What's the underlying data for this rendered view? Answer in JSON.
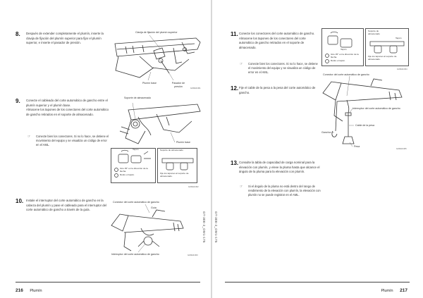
{
  "left_page": {
    "side_tag": "GT-30E-2_OM1-175",
    "footer": {
      "page_number": "216",
      "section": "Plumín"
    },
    "steps": [
      {
        "number": "8.",
        "text": "Después de extender completamente el plumín, inserte la clavija de fijación del plumín superior para fijar el plumín superior, e inserte el pasador de presión.",
        "figure": {
          "labels": [
            "Clavija de fijación del plumín superior",
            "Plumín base",
            "Pasador de presión"
          ],
          "code": "GJ00A0-001"
        }
      },
      {
        "number": "9.",
        "text": "Conecte el cableado del corte automático de gancho entre el plumín superior y el plumín base.\nAlmacene los tapones de los conectores del corte automático de gancho retirados en el soporte de almacenado.",
        "note": "Conecte bien los conectores. Si no lo hace, se detiene el movimiento del equipo y se visualiza un código de error en el AML.",
        "figure": {
          "labels": [
            "Soporte de almacenado",
            "Plumín base",
            "Tapón",
            "Soporte de almacenado"
          ],
          "inset_left": [
            "Gire 45° en la dirección de la flecha.",
            "Retire el tapón."
          ],
          "inset_right": [
            "Fije los tapones al soporte de almacenado."
          ],
          "code": "GJ00A0-002"
        }
      },
      {
        "number": "10.",
        "text": "Instale el interruptor del corte automático de gancho en la cabeza del plumín y pase el cableado para el interruptor del corte automático de gancho a través de la guía.",
        "figure": {
          "labels": [
            "Conector del corte automático de gancho",
            "Guía",
            "Interruptor del corte automático de gancho"
          ],
          "code": "GJ00A0-003"
        }
      }
    ]
  },
  "right_page": {
    "side_tag": "GT-30E-2_OM1-175",
    "footer": {
      "page_number": "217",
      "section": "Plumín"
    },
    "steps": [
      {
        "number": "11.",
        "text": "Conecte los conectores del corte automático de gancho.\nAlmacene los tapones de los conectores del corte automático de gancho retirados en el soporte de almacenado.",
        "note": "Conecte bien los conectores. Si no lo hace, se detiene el movimiento del equipo y se visualiza un código de error en el AML.",
        "figure": {
          "labels": [
            "Soporte de almacenado",
            "Tapón",
            "Tapón"
          ],
          "inset_left": [
            "Gire 45° en la dirección de la flecha.",
            "Retire el tapón."
          ],
          "inset_right": [
            "Fije los tapones al soporte de almacenado."
          ],
          "code": "GJ00A0-004"
        }
      },
      {
        "number": "12.",
        "text": "Fije el cable de la pesa a la pesa del corte automático de gancho.",
        "figure": {
          "labels": [
            "Conector del corte automático de gancho",
            "Interruptor del corte automático de gancho",
            "Cable de la pesa",
            "Gancho",
            "Pesa"
          ],
          "code": "GJ00A0-005"
        }
      },
      {
        "number": "13.",
        "text": "Consulte la tabla de capacidad de carga nominal para la elevación con plumín, y eleve la pluma hasta que alcance el ángulo de la pluma para la elevación con plumín.",
        "note": "Si el ángulo de la pluma no está dentro del rango de rendimiento de la elevación con plumín, la elevación con plumín no se puede registrar en el AML."
      }
    ]
  },
  "colors": {
    "line": "#333333",
    "gutter": "#d8d8d8",
    "accent_note": "#444444"
  },
  "icons": {
    "note": "note-hand-icon",
    "rotate": "rotate-arrow-icon"
  }
}
